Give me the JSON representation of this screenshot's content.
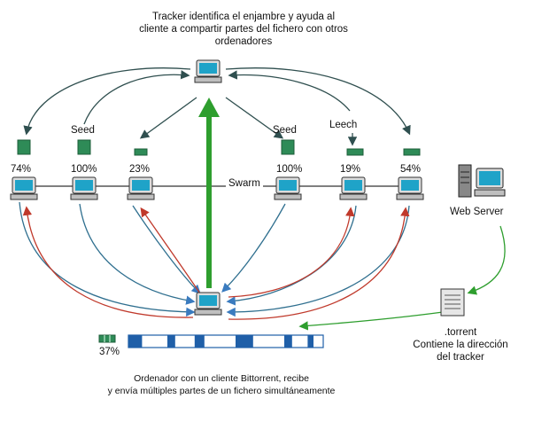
{
  "tracker": {
    "caption_lines": [
      "Tracker identifica el enjambre y ayuda al",
      "cliente a compartir partes del fichero con otros",
      "ordenadores"
    ]
  },
  "peers": [
    {
      "role": "",
      "percent": "74%"
    },
    {
      "role": "Seed",
      "percent": "100%"
    },
    {
      "role": "",
      "percent": "23%"
    },
    {
      "role": "Seed",
      "percent": "100%"
    },
    {
      "role": "Leech",
      "percent": "19%"
    },
    {
      "role": "",
      "percent": "54%"
    }
  ],
  "swarm_label": "Swarm",
  "web_server_label": "Web Server",
  "torrent": {
    "caption_lines": [
      ".torrent",
      "Contiene la dirección",
      "del tracker"
    ]
  },
  "client": {
    "percent": "37%",
    "progress": 0.37,
    "caption_lines": [
      "Ordenador con un cliente Bittorrent, recibe",
      "y envía múltiples partes de un fichero simultáneamente"
    ]
  },
  "colors": {
    "arrow_dark": "#2f4f4f",
    "arrow_green": "#2e9e2e",
    "arrow_red": "#c0392b",
    "arrow_blue": "#3a7bbf",
    "progress_blue": "#1f5fa8",
    "progress_empty": "#ffffff",
    "file_green": "#2e8b57"
  },
  "icons": {
    "peer": "computer-icon",
    "file_piece": "file-piece-icon",
    "server": "server-icon",
    "document": "torrent-document-icon"
  }
}
